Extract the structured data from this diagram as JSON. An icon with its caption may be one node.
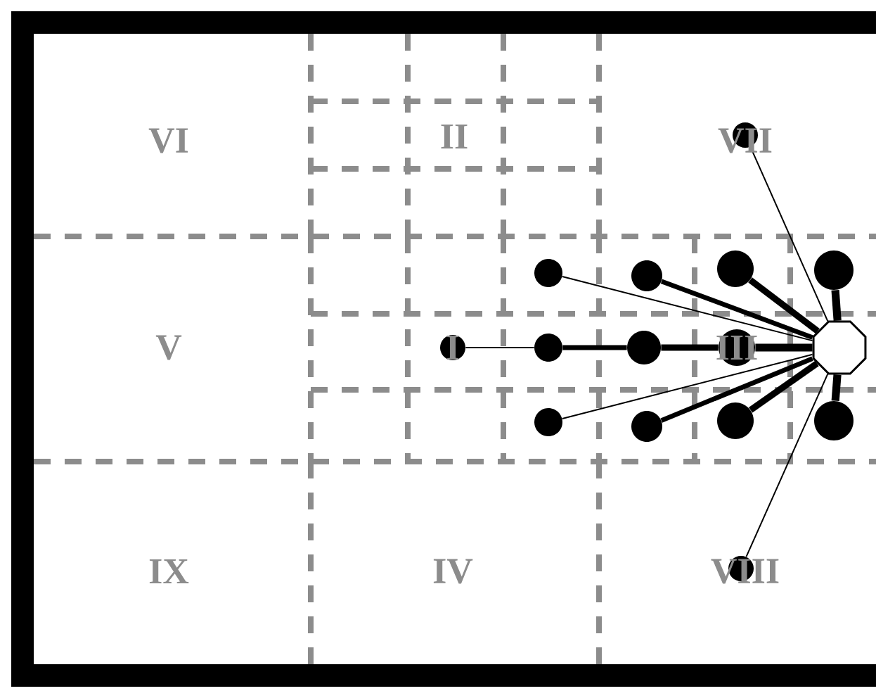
{
  "diagram": {
    "nodes": [
      {
        "text": [],
        "shape": "circle"
      },
      {
        "text": [],
        "shape": "circle"
      },
      {
        "text": [],
        "shape": "circle"
      },
      {
        "text": [],
        "shape": "circle"
      },
      {
        "text": [],
        "shape": "circle"
      },
      {
        "text": [],
        "shape": "circle"
      },
      {
        "text": [],
        "shape": "circle"
      },
      {
        "text": [],
        "shape": "circle"
      },
      {
        "text": [],
        "shape": "circle"
      },
      {
        "text": [],
        "shape": "octagon"
      },
      {
        "text": [],
        "shape": "circle"
      },
      {
        "text": [],
        "shape": "circle"
      },
      {
        "text": [],
        "shape": "circle"
      },
      {
        "text": [],
        "shape": "circle"
      },
      {
        "text": [],
        "shape": "circle"
      }
    ],
    "edges": [
      {
        "from": 9,
        "to": 0,
        "arrow": "none"
      },
      {
        "from": 9,
        "to": 1,
        "arrow": "none"
      },
      {
        "from": 9,
        "to": 2,
        "arrow": "none"
      },
      {
        "from": 9,
        "to": 3,
        "arrow": "none"
      },
      {
        "from": 9,
        "to": 4,
        "arrow": "none"
      },
      {
        "from": 6,
        "to": 5,
        "arrow": "none"
      },
      {
        "from": 7,
        "to": 6,
        "arrow": "none"
      },
      {
        "from": 8,
        "to": 7,
        "arrow": "none"
      },
      {
        "from": 9,
        "to": 8,
        "arrow": "none"
      },
      {
        "from": 9,
        "to": 10,
        "arrow": "none"
      },
      {
        "from": 9,
        "to": 11,
        "arrow": "none"
      },
      {
        "from": 9,
        "to": 12,
        "arrow": "none"
      },
      {
        "from": 9,
        "to": 13,
        "arrow": "none"
      },
      {
        "from": 9,
        "to": 14,
        "arrow": "none"
      }
    ],
    "labels": [
      "VI",
      "II",
      "VII",
      "V",
      "I",
      "III",
      "IX",
      "IV",
      "VIII"
    ]
  }
}
